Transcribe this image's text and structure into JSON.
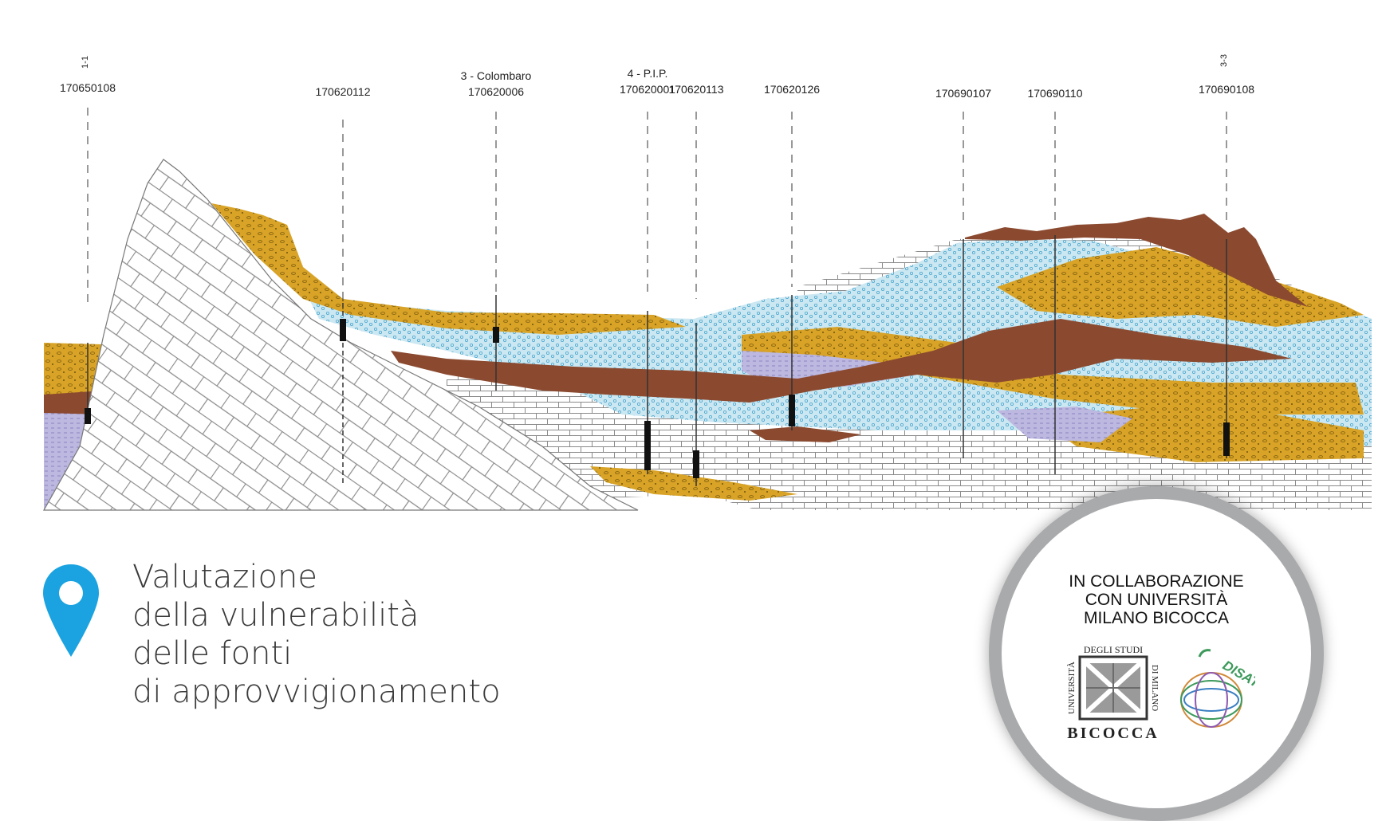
{
  "wells": [
    {
      "id": "170650108"
    },
    {
      "id": "170620112"
    },
    {
      "id": "170620006",
      "name": "3 - Colombaro"
    },
    {
      "id": "170620001",
      "name": "4 - P.I.P."
    },
    {
      "id": "170620113"
    },
    {
      "id": "170620126"
    },
    {
      "id": "170690107"
    },
    {
      "id": "170690110"
    },
    {
      "id": "170690108"
    }
  ],
  "section_markers": [
    "1-1",
    "3-3"
  ],
  "caption": {
    "lines": [
      "Valutazione",
      "della vulnerabilità",
      "delle fonti",
      "di approvvigionamento"
    ]
  },
  "icons": {
    "location": "location-pin-icon",
    "university": "bicocca-logo-icon",
    "department": "disat-logo-icon"
  },
  "badge": {
    "lines": [
      "IN COLLABORAZIONE",
      "CON UNIVERSITÀ",
      "MILANO BICOCCA"
    ],
    "logo_bicocca": {
      "top": "DEGLI STUDI",
      "left": "UNIVERSITÀ",
      "right": "DI MILANO",
      "bottom": "BICOCCA"
    },
    "logo_disat": "DISAT"
  },
  "colors": {
    "accent_pin": "#1aa3e0",
    "clay_brown": "#8b4a30",
    "gravel_yellow": "#d6a022",
    "sand_blue": "#c9e6f0",
    "silt_lilac": "#b9b4dc",
    "bedrock_grey": "#7f7f7f",
    "badge_ring": "#a9aaac"
  }
}
